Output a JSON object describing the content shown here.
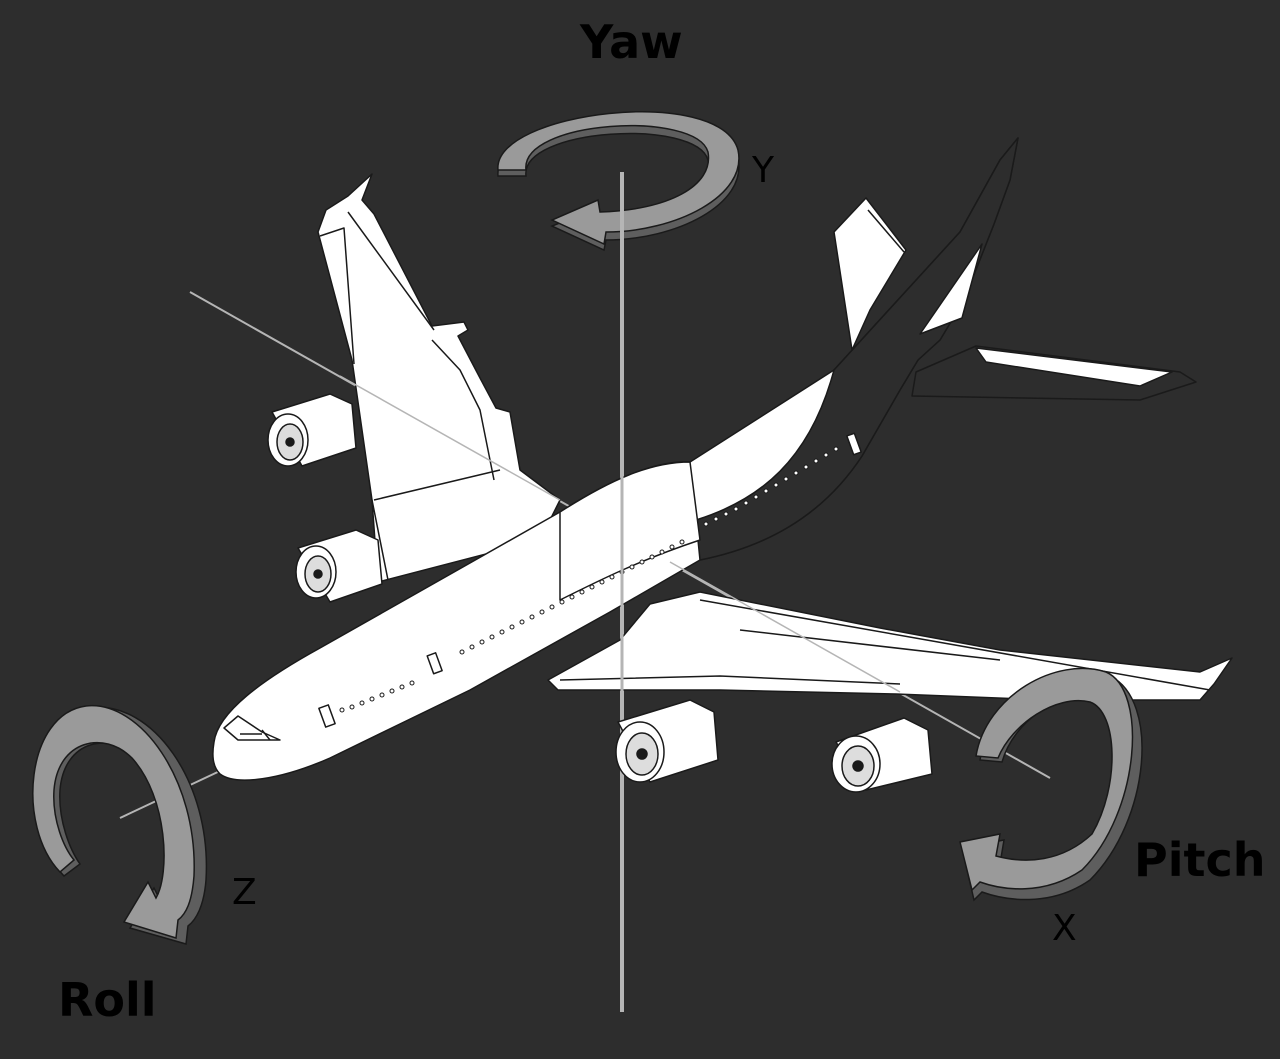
{
  "labels": {
    "yaw": "Yaw",
    "pitch": "Pitch",
    "roll": "Roll",
    "axis_y": "Y",
    "axis_x": "X",
    "axis_z": "Z"
  },
  "colors": {
    "background": "#2d2d2d",
    "aircraft_body": "#ffffff",
    "aircraft_outline": "#1a1a1a",
    "arrow_face": "#9a9a9a",
    "arrow_side": "#5e5e5e",
    "axis_line": "#b5b5b5",
    "label_text": "#000000"
  },
  "icons": {
    "yaw_rotation": "circular-arrow-icon",
    "pitch_rotation": "circular-arrow-icon",
    "roll_rotation": "circular-arrow-icon",
    "aircraft": "airliner-icon"
  }
}
